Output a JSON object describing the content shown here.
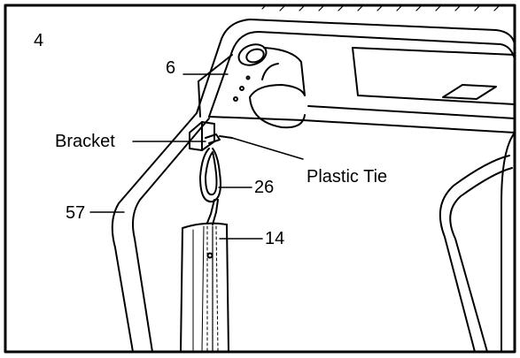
{
  "step_number": "4",
  "labels": {
    "part_6": "6",
    "bracket": "Bracket",
    "plastic_tie": "Plastic Tie",
    "part_26": "26",
    "part_57": "57",
    "part_14": "14"
  },
  "colors": {
    "line": "#000000",
    "background": "#ffffff"
  }
}
